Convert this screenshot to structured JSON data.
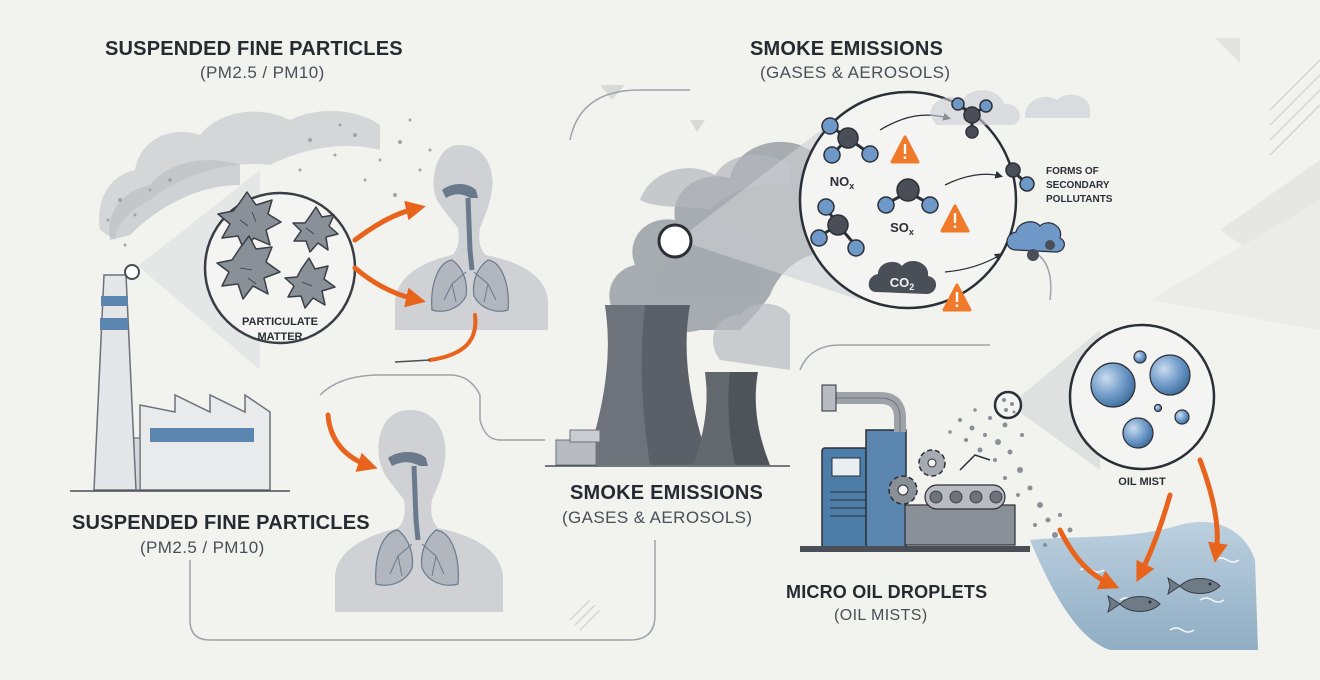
{
  "labels": {
    "pm_top_title": "SUSPENDED FINE PARTICLES",
    "pm_top_subtitle": "(PM2.5 / PM10)",
    "smoke_top_title": "SMOKE EMISSIONS",
    "smoke_top_subtitle": "(GASES & AEROSOLS)",
    "particulate_line1": "PARTICULATE",
    "particulate_line2": "MATTER",
    "pm_bottom_title": "SUSPENDED FINE PARTICLES",
    "pm_bottom_subtitle": "(PM2.5 / PM10)",
    "smoke_center_title": "SMOKE EMISSIONS",
    "smoke_center_subtitle": "(GASES & AEROSOLS)",
    "secondary_line1": "FORMS OF",
    "secondary_line2": "SECONDARY",
    "secondary_line3": "POLLUTANTS",
    "oil_mist": "OIL MIST",
    "oil_droplets_title": "MICRO OIL DROPLETS",
    "oil_droplets_subtitle": "(OIL MISTS)"
  },
  "chemicals": {
    "nox_base": "NO",
    "nox_sub": "x",
    "sox_base": "SO",
    "sox_sub": "x",
    "co2_base": "CO",
    "co2_sub": "2"
  },
  "colors": {
    "background": "#f2f2ef",
    "arrow_orange": "#e8641c",
    "warning_orange": "#f07a2a",
    "accent_blue": "#5a86b0",
    "molecule_blue": "#6d98c7",
    "dark_gray": "#4a4f57",
    "light_gray": "#c9ccd1",
    "water_blue": "#9fb8cc"
  },
  "icons": [
    "factory-icon",
    "chimney-icon",
    "cooling-tower-icon",
    "human-lungs-icon",
    "particle-icon",
    "molecule-icon",
    "warning-icon",
    "cloud-icon",
    "oil-pump-machine-icon",
    "gear-icon",
    "fish-icon",
    "droplet-icon",
    "arrow-icon"
  ]
}
